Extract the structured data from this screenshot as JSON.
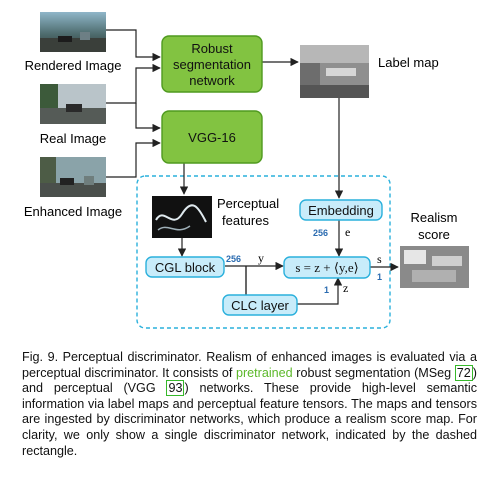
{
  "figure": {
    "inputs": {
      "rendered_label": "Rendered Image",
      "real_label": "Real Image",
      "enhanced_label": "Enhanced Image"
    },
    "nodes": {
      "seg_line1": "Robust",
      "seg_line2": "segmentation",
      "seg_line3": "network",
      "vgg": "VGG-16",
      "label_map": "Label map",
      "perceptual_line1": "Perceptual",
      "perceptual_line2": "features",
      "embedding": "Embedding",
      "cgl_block": "CGL block",
      "clc_layer": "CLC layer",
      "formula": "s = z + ⟨y,e⟩",
      "realism_line1": "Realism",
      "realism_line2": "score"
    },
    "edge_labels": {
      "n256_left": "256",
      "y": "y",
      "n256_emb": "256",
      "e": "e",
      "s": "s",
      "one_right": "1",
      "one_bottom": "1",
      "z": "z"
    },
    "colors": {
      "box_green": "#82c341",
      "box_green_border": "#4f9a1f",
      "box_cyan": "#c8ecfa",
      "box_cyan_border": "#2ab0dc",
      "dashed": "#2ab0dc"
    }
  },
  "caption": {
    "lead": "Fig. 9. Perceptual discriminator. Realism of enhanced images is evaluated via a perceptual discriminator. It consists of ",
    "pretrained": "pretrained",
    "mid1": " robust segmentation (MSeg ",
    "cite1": "72",
    "mid2": ") and perceptual (VGG ",
    "cite2": "93",
    "tail": ") networks. These provide high-level semantic information via label maps and perceptual feature tensors. The maps and tensors are ingested by discriminator networks, which produce a realism score map. For clarity, we only show a single discriminator network, indicated by the dashed rectangle."
  }
}
